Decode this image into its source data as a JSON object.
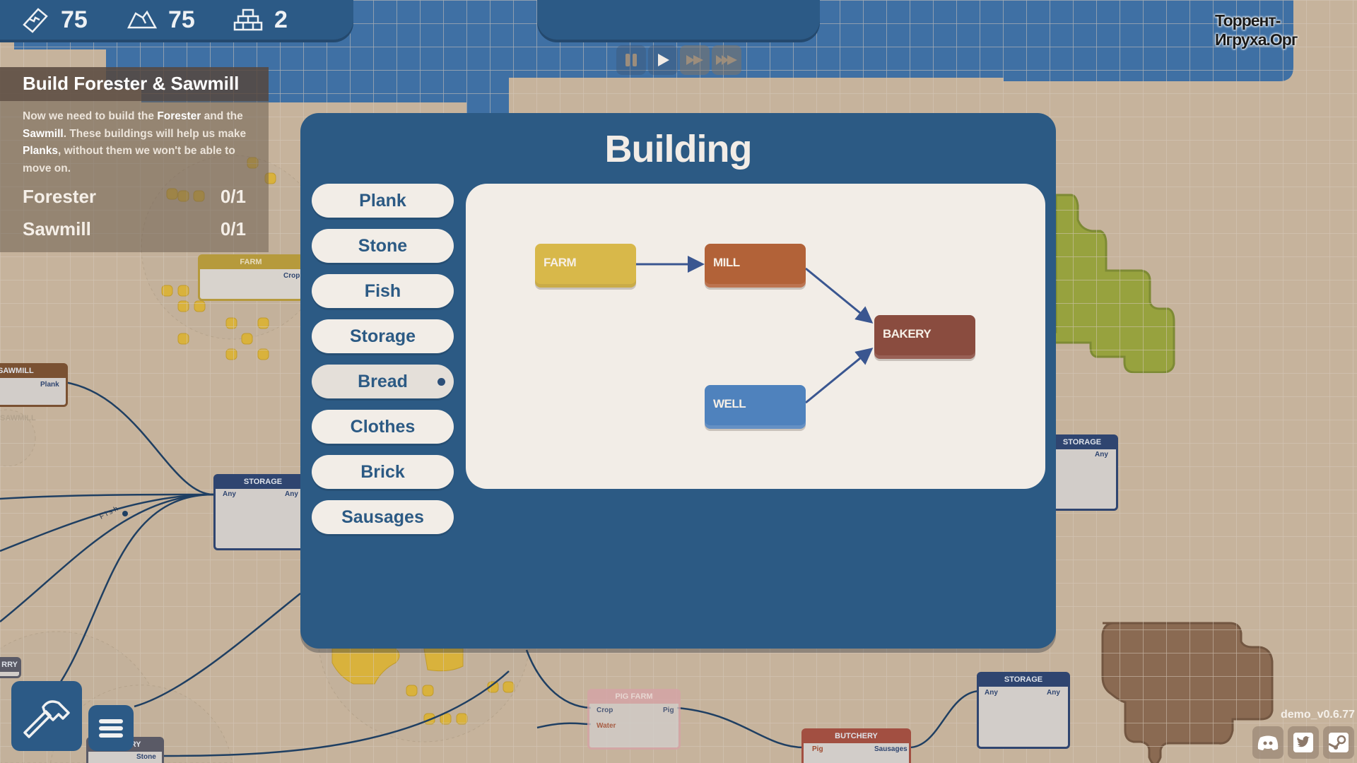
{
  "resources": [
    {
      "icon": "plank-icon",
      "value": "75"
    },
    {
      "icon": "stone-icon",
      "value": "75"
    },
    {
      "icon": "brick-icon",
      "value": "2"
    }
  ],
  "speed_controls": [
    "pause",
    "play",
    "fast-forward",
    "fastest-forward"
  ],
  "quest": {
    "title": "Build Forester & Sawmill",
    "desc": [
      "Now we need to build the ",
      "Forester",
      " and the ",
      "Sawmill",
      ". These buildings will help us make ",
      "Planks",
      ", without them we won't be able to move on."
    ],
    "tasks": [
      {
        "name": "Forester",
        "progress": "0/1"
      },
      {
        "name": "Sawmill",
        "progress": "0/1"
      }
    ]
  },
  "modal": {
    "title": "Building",
    "categories": [
      "Plank",
      "Stone",
      "Fish",
      "Storage",
      "Bread",
      "Clothes",
      "Brick",
      "Sausages"
    ],
    "selected": "Bread",
    "diagram": {
      "nodes": [
        {
          "label": "FARM",
          "color": "#d8b84a"
        },
        {
          "label": "MILL",
          "color": "#b26238"
        },
        {
          "label": "BAKERY",
          "color": "#8a4c3f"
        },
        {
          "label": "WELL",
          "color": "#4f82bd"
        }
      ],
      "edges": [
        [
          "FARM",
          "MILL"
        ],
        [
          "MILL",
          "BAKERY"
        ],
        [
          "WELL",
          "BAKERY"
        ]
      ]
    }
  },
  "map": {
    "farm": {
      "title": "FARM",
      "out": "Crop"
    },
    "sawmill": {
      "title": "SAWMILL",
      "out": "Plank",
      "ghost": "SAWMILL"
    },
    "storage_left": {
      "title": "STORAGE",
      "in": "Any",
      "out": "Any"
    },
    "fish_label": "Fish",
    "storage_right": {
      "title": "STORAGE",
      "out": "Any"
    },
    "storage_bottom": {
      "title": "STORAGE",
      "in": "Any",
      "out": "Any"
    },
    "pig_farm": {
      "title": "PIG FARM",
      "in1": "Crop",
      "in2": "Water",
      "out": "Pig"
    },
    "butchery": {
      "title": "BUTCHERY",
      "in": "Pig",
      "out": "Sausages"
    },
    "quarry_left": {
      "title": "RRY"
    },
    "quarry": {
      "title": "RY",
      "out": "Stone"
    }
  },
  "version": "demo_v0.6.77",
  "watermark": "Торрент-Игруха.Орг",
  "social": [
    "discord-icon",
    "twitter-icon",
    "steam-icon"
  ],
  "colors": {
    "panel": "#2c5a84",
    "paper": "#f2ede7",
    "ground": "#c7b29b",
    "water": "#3e6fa3"
  }
}
